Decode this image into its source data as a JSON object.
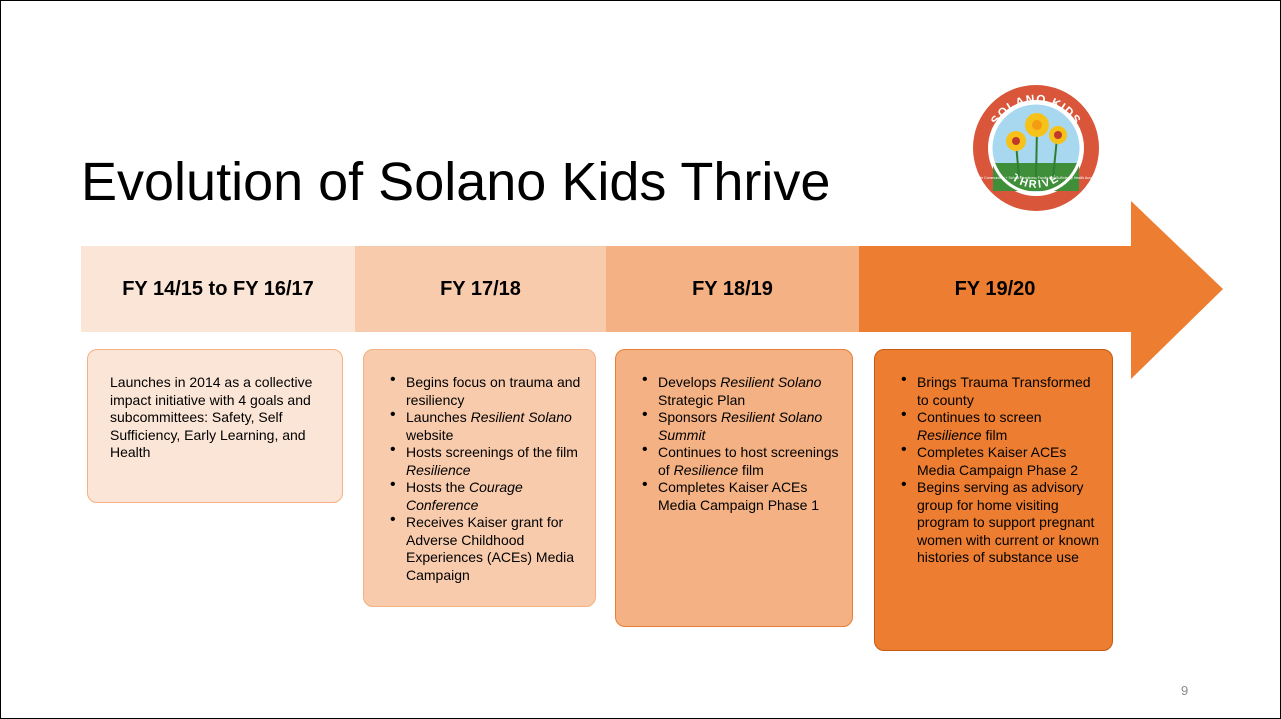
{
  "slide": {
    "title": "Evolution of Solano Kids Thrive",
    "page_number": "9"
  },
  "logo": {
    "top_text": "SOLANO KIDS",
    "bottom_text": "THRIVE",
    "inner_text": "Safe Communities + School Readiness Family Self Sufficiency Health Access"
  },
  "timeline": {
    "segments": [
      {
        "label": "FY 14/15 to FY 16/17",
        "color": "#fbe5d6"
      },
      {
        "label": "FY 17/18",
        "color": "#f8cbad"
      },
      {
        "label": "FY 18/19",
        "color": "#f4b183"
      },
      {
        "label": "FY 19/20",
        "color": "#ed7d31"
      }
    ]
  },
  "boxes": {
    "box1": {
      "text": "Launches in 2014 as a collective impact initiative with 4 goals and subcommittees: Safety, Self Sufficiency, Early Learning, and Health"
    },
    "box2": {
      "b1": "Begins focus on trauma and resiliency",
      "b2a": "Launches ",
      "b2i": "Resilient Solano",
      "b2b": " website",
      "b3a": "Hosts screenings of the film ",
      "b3i": "Resilience",
      "b4a": "Hosts the ",
      "b4i": "Courage Conference",
      "b5": "Receives Kaiser grant for Adverse Childhood Experiences (ACEs) Media Campaign"
    },
    "box3": {
      "b1a": "Develops ",
      "b1i": "Resilient Solano",
      "b1b": " Strategic Plan",
      "b2a": "Sponsors ",
      "b2i": "Resilient Solano Summit",
      "b3a": "Continues to host screenings of ",
      "b3i": "Resilience",
      "b3b": " film",
      "b4": "Completes Kaiser ACEs Media Campaign Phase 1"
    },
    "box4": {
      "b1": "Brings Trauma Transformed to county",
      "b2a": "Continues to screen ",
      "b2i": "Resilience",
      "b2b": " film",
      "b3": "Completes Kaiser ACEs Media Campaign Phase 2",
      "b4": "Begins serving as advisory group for home visiting program to support pregnant women with current or known histories of substance use"
    }
  }
}
